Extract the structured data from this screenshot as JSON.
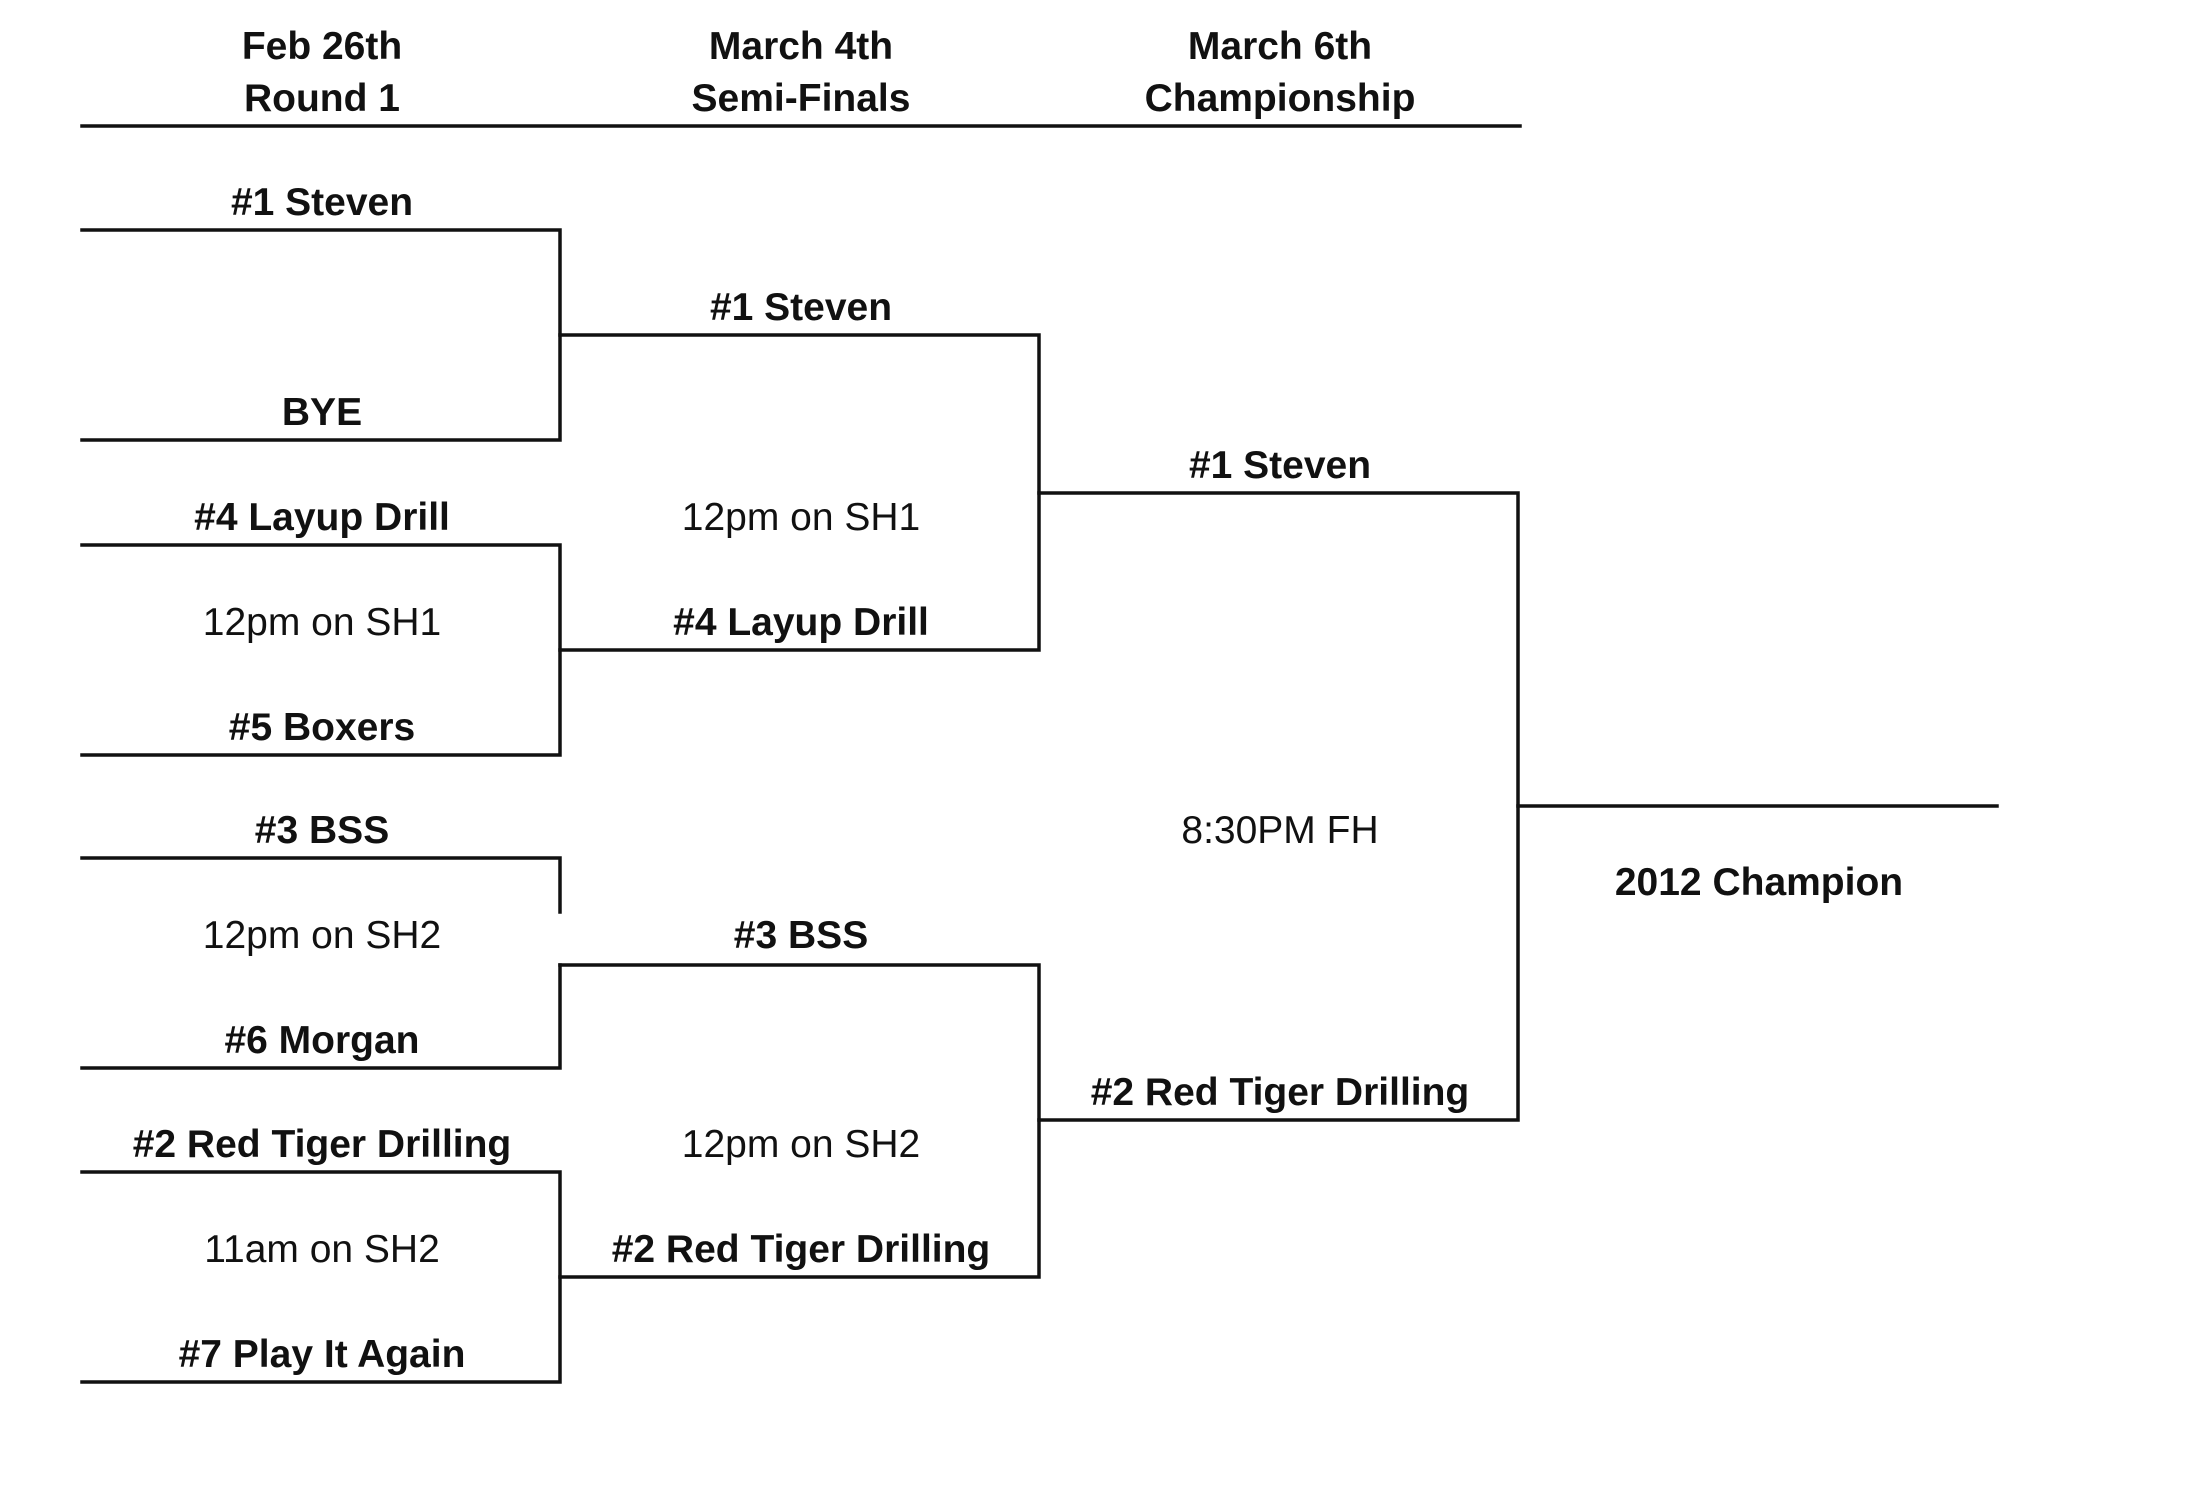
{
  "rounds": [
    {
      "date": "Feb 26th",
      "name": "Round 1"
    },
    {
      "date": "March 4th",
      "name": "Semi-Finals"
    },
    {
      "date": "March 6th",
      "name": "Championship"
    }
  ],
  "round1": {
    "match1": {
      "top": "#1 Steven",
      "bottom": "BYE"
    },
    "match2": {
      "top": "#4 Layup Drill",
      "time": "12pm on SH1",
      "bottom": "#5 Boxers"
    },
    "match3": {
      "top": "#3 BSS",
      "time": "12pm on SH2",
      "bottom": "#6 Morgan"
    },
    "match4": {
      "top": "#2 Red Tiger Drilling",
      "time": "11am on SH2",
      "bottom": "#7 Play It Again"
    }
  },
  "semifinals": {
    "match1": {
      "top": "#1 Steven",
      "time": "12pm on SH1",
      "bottom": "#4 Layup Drill"
    },
    "match2": {
      "top": "#3 BSS",
      "time": "12pm on SH2",
      "bottom": "#2 Red Tiger Drilling"
    }
  },
  "championship": {
    "top": "#1 Steven",
    "time": "8:30PM FH",
    "bottom": "#2 Red Tiger Drilling"
  },
  "champion": {
    "label": "2012 Champion"
  }
}
